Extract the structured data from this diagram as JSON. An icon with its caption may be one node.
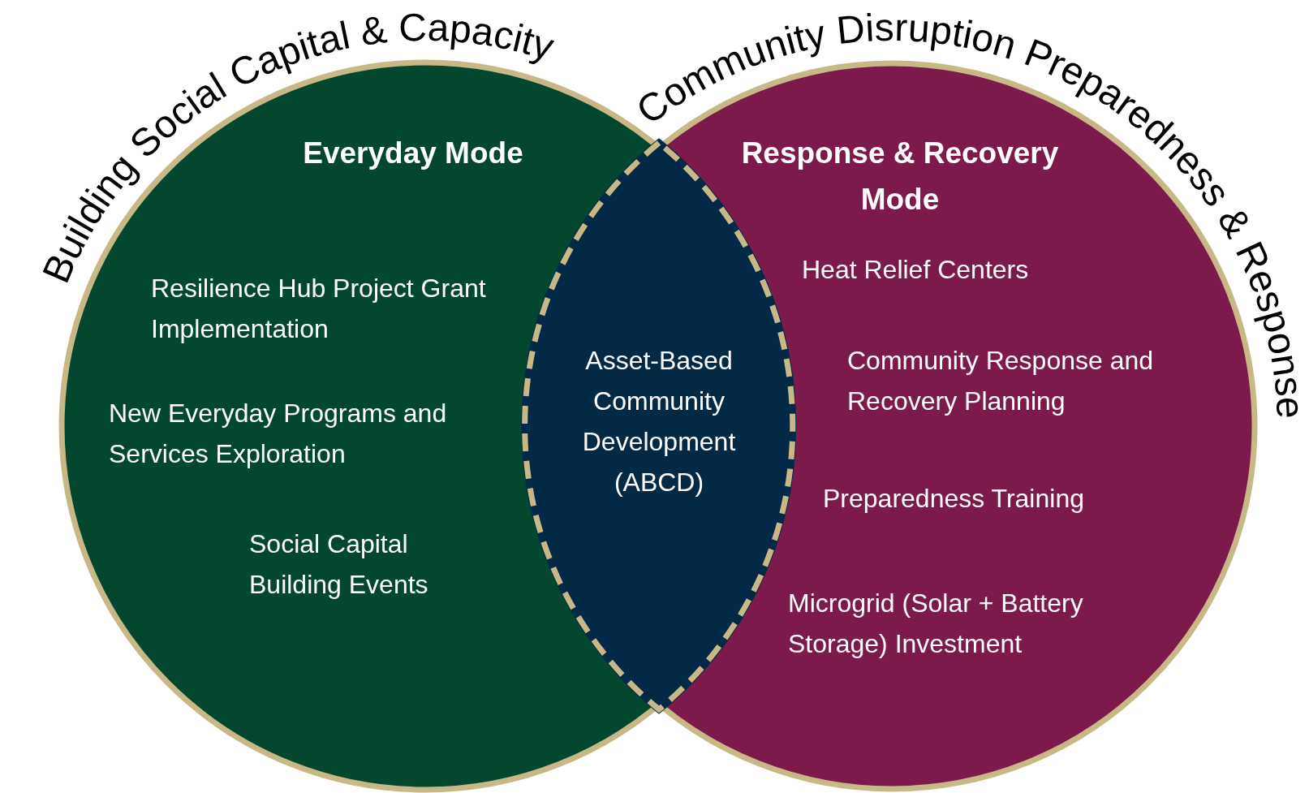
{
  "diagram": {
    "nodes": [
      {
        "text": [
          "Building Social Capital & Capacity",
          "Everyday Mode",
          "Resilience Hub Project Grant Implementation",
          "New Everyday Programs and Services Exploration",
          "Social Capital Building Events"
        ]
      },
      {
        "text": [
          "Community Disruption Preparedness & Response",
          "Response & Recovery Mode",
          "Heat Relief Centers",
          "Community Response and Recovery Planning",
          "Preparedness Training",
          "Microgrid (Solar + Battery Storage) Investment"
        ]
      },
      {
        "text": [
          "Asset-Based Community Development (ABCD)"
        ]
      }
    ],
    "edges": []
  }
}
